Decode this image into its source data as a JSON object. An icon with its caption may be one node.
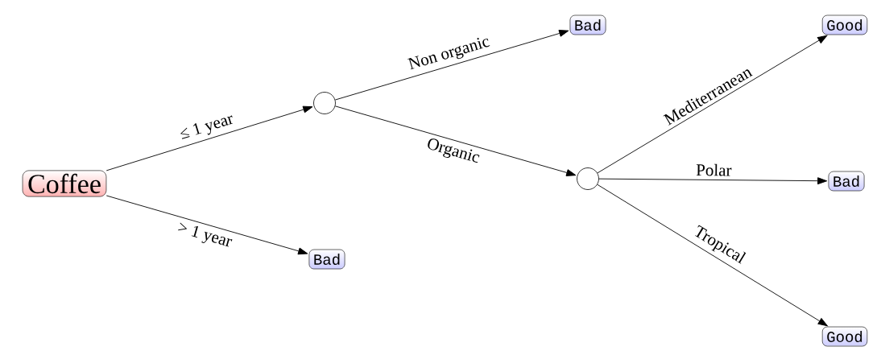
{
  "diagram": {
    "nodes": [
      {
        "text": [
          "Coffee"
        ]
      },
      {
        "text": [],
        "shape": "circle"
      },
      {
        "text": [
          "Bad"
        ]
      },
      {
        "text": [
          "Bad"
        ]
      },
      {
        "text": [],
        "shape": "circle"
      },
      {
        "text": [
          "Good"
        ]
      },
      {
        "text": [
          "Bad"
        ]
      },
      {
        "text": [
          "Good"
        ]
      }
    ],
    "edges": [
      {
        "from": 0,
        "to": 1,
        "arrow": "to",
        "label": "≤ 1 year"
      },
      {
        "from": 0,
        "to": 3,
        "arrow": "to",
        "label": "> 1 year"
      },
      {
        "from": 1,
        "to": 2,
        "arrow": "to",
        "label": "Non organic"
      },
      {
        "from": 1,
        "to": 4,
        "arrow": "to",
        "label": "Organic"
      },
      {
        "from": 4,
        "to": 5,
        "arrow": "to",
        "label": "Mediterranean"
      },
      {
        "from": 4,
        "to": 6,
        "arrow": "to",
        "label": "Polar"
      },
      {
        "from": 4,
        "to": 7,
        "arrow": "to",
        "label": "Tropical"
      }
    ]
  }
}
